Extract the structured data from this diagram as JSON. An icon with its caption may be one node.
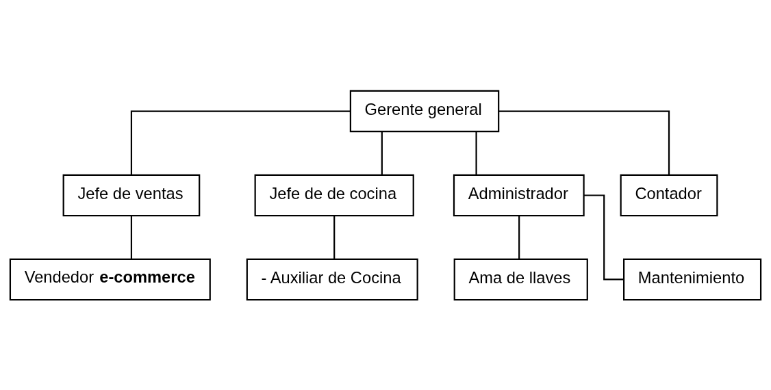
{
  "diagram": {
    "nodes": [
      {
        "text": [
          "Gerente general"
        ]
      },
      {
        "text": [
          "Jefe de ventas"
        ]
      },
      {
        "text": [
          "Jefe de de cocina"
        ]
      },
      {
        "text": [
          "Administrador"
        ]
      },
      {
        "text": [
          "Contador"
        ]
      },
      {
        "text": [
          "- Auxiliar de Cocina"
        ]
      },
      {
        "text": [
          "Ama de llaves"
        ]
      },
      {
        "text": [
          "Vendedor **e-commerce**"
        ]
      },
      {
        "text": [
          "Mantenimiento"
        ]
      }
    ],
    "edges": [
      {
        "from": 0,
        "to": 1,
        "arrow": "none"
      },
      {
        "from": 0,
        "to": 2,
        "arrow": "none"
      },
      {
        "from": 0,
        "to": 3,
        "arrow": "none"
      },
      {
        "from": 0,
        "to": 4,
        "arrow": "none"
      },
      {
        "from": 2,
        "to": 5,
        "arrow": "none"
      },
      {
        "from": 3,
        "to": 6,
        "arrow": "none"
      },
      {
        "from": 1,
        "to": 7,
        "arrow": "none"
      },
      {
        "from": 3,
        "to": 8,
        "arrow": "none"
      }
    ]
  }
}
